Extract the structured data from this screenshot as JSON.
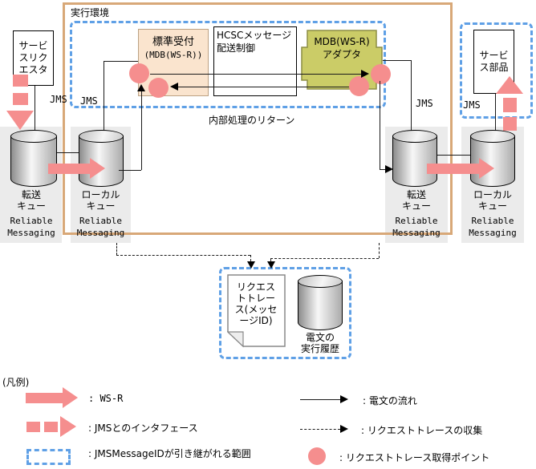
{
  "colors": {
    "pink": "#F58E8E",
    "blue_dashed": "#5FA0E6",
    "orange_frame": "#D8A878",
    "olive_adapter": "#CBCC67",
    "peach_reception": "#FAE4CE",
    "panel_gray": "#EBEBEB"
  },
  "diagram": {
    "exec_env": "実行環境",
    "jms": "JMS",
    "service_requester": "サービ\nスリク\nエスタ",
    "service_component": "サービ\nス部品",
    "standard_reception_title": "標準受付",
    "standard_reception_sub": "(MDB(WS-R))",
    "hcsc_control": "HCSCメッセージ\n配送制御",
    "mdb_adapter": "MDB(WS-R)\nアダプタ",
    "internal_return": "内部処理のリターン",
    "transfer_queue": "転送\nキュー",
    "local_queue": "ローカル\nキュー",
    "reliable_messaging": "Reliable\nMessaging",
    "request_trace": "リクエス\nトトレー\nス(メッセ\nージID)",
    "message_history": "電文の\n実行履歴"
  },
  "legend": {
    "title": "(凡例)",
    "ws_r": ": WS-R",
    "jms_interface": ": JMSとのインタフェース",
    "jms_message_id_scope": ": JMSMessageIDが引き継がれる範囲",
    "message_flow": ": 電文の流れ",
    "trace_collection": ": リクエストトレースの収集",
    "trace_point": ": リクエストトレース取得ポイント"
  }
}
